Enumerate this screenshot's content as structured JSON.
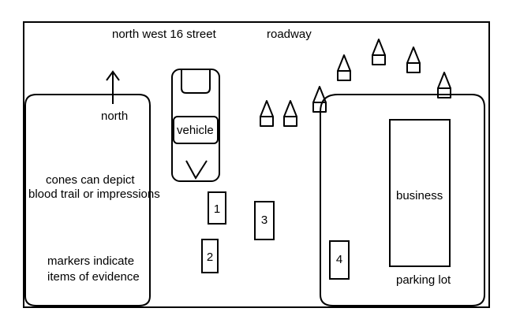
{
  "labels": {
    "street": "north west 16 street",
    "roadway": "roadway",
    "north": "north",
    "vehicle": "vehicle",
    "cones_line1": "cones can depict",
    "cones_line2": "blood trail or impressions",
    "markers_line1": "markers indicate",
    "markers_line2": "items of evidence",
    "business": "business",
    "parking_lot": "parking lot"
  },
  "markers": [
    "1",
    "2",
    "3",
    "4"
  ]
}
